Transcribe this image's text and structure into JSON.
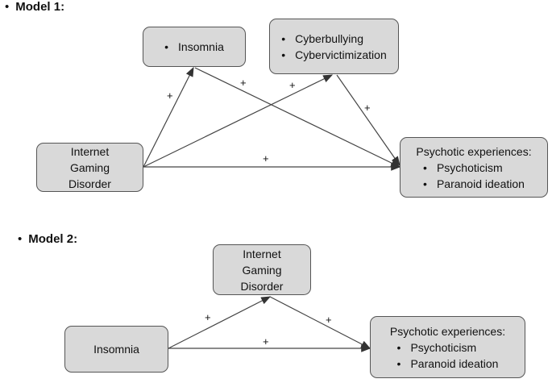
{
  "model1": {
    "heading": "Model 1:",
    "igd": "Internet Gaming Disorder",
    "insomnia": "Insomnia",
    "cyber": [
      "Cyberbullying",
      "Cybervictimization"
    ],
    "psychotic_title": "Psychotic experiences:",
    "psychotic_items": [
      "Psychoticism",
      "Paranoid ideation"
    ],
    "signs": [
      "+",
      "+",
      "+",
      "+",
      "+"
    ]
  },
  "model2": {
    "heading": "Model 2:",
    "igd": "Internet Gaming Disorder",
    "insomnia": "Insomnia",
    "psychotic_title": "Psychotic experiences:",
    "psychotic_items": [
      "Psychoticism",
      "Paranoid ideation"
    ],
    "signs": [
      "+",
      "+",
      "+"
    ]
  }
}
